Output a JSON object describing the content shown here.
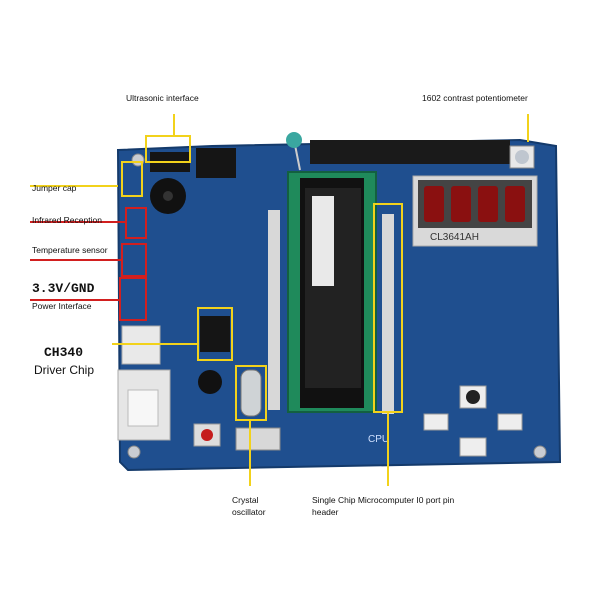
{
  "labels": {
    "ultrasonic": "Ultrasonic interface",
    "potentiometer": "1602 contrast potentiometer",
    "jumper": "Jumper cap",
    "infrared": "Infrared Reception",
    "temperature": "Temperature sensor",
    "power_v": "3.3V/GND",
    "power_iface": "Power Interface",
    "ch340": "CH340",
    "driver": "Driver Chip",
    "crystal_1": "Crystal",
    "crystal_2": "oscillator",
    "mcu_1": "Single Chip Microcomputer I0 port pin",
    "mcu_2": "header"
  },
  "board": {
    "display_text": "CL3641AH",
    "cpu_label": "CPU"
  },
  "colors": {
    "pcb": "#1f4f8f",
    "callout_yellow": "#f2d21b",
    "callout_red": "#d21f1f",
    "segment_red": "#8a1010"
  }
}
